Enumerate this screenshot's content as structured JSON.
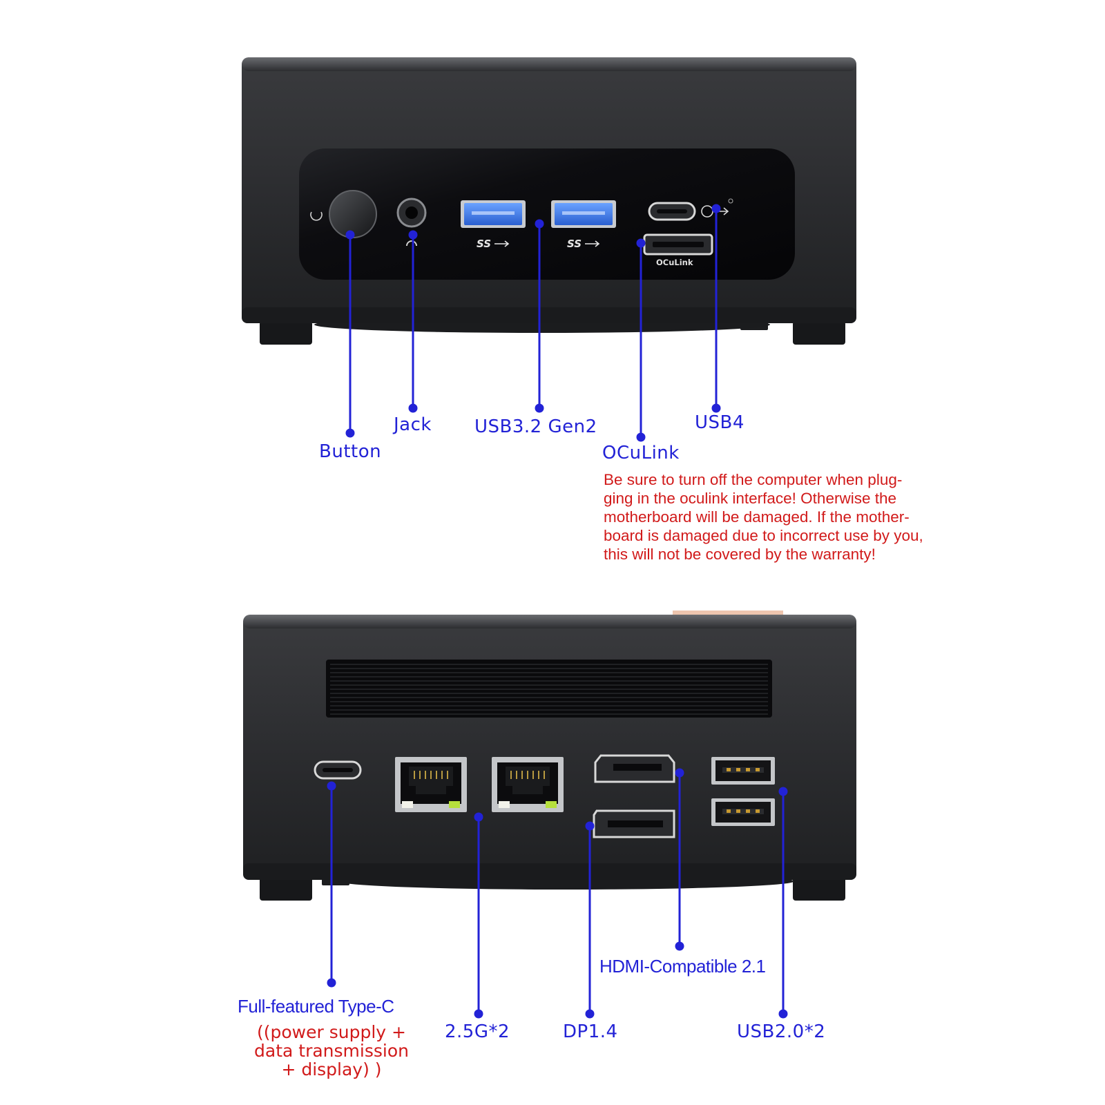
{
  "front_panel": {
    "port_markings": {
      "usb_ss": "SS",
      "oculink": "OCuLink"
    },
    "labels": {
      "button": "Button",
      "jack": "Jack",
      "usb32": "USB3.2 Gen2",
      "usb4": "USB4",
      "oculink": "OCuLink"
    },
    "warning_lines": [
      "Be sure to turn off the computer when plug-",
      "ging in the oculink interface! Otherwise the",
      "motherboard will be damaged. If the mother-",
      "board is damaged due to incorrect use by you,",
      "this will not be covered by the warranty!"
    ]
  },
  "rear_panel": {
    "labels": {
      "typec": "Full-featured Type-C",
      "lan": "2.5G*2",
      "dp": "DP1.4",
      "hdmi": "HDMI-Compatible 2.1",
      "usb2": "USB2.0*2"
    },
    "typec_note_lines": [
      "((power supply +",
      "data transmission",
      "+ display) )"
    ]
  },
  "colors": {
    "callout_line": "#2222d6",
    "label_text": "#2222d6",
    "warning_text": "#d11a1a",
    "device_body": "#2a2b2d",
    "front_glass": "#0c0c0e",
    "usb3_blue": "#3a78e0"
  }
}
